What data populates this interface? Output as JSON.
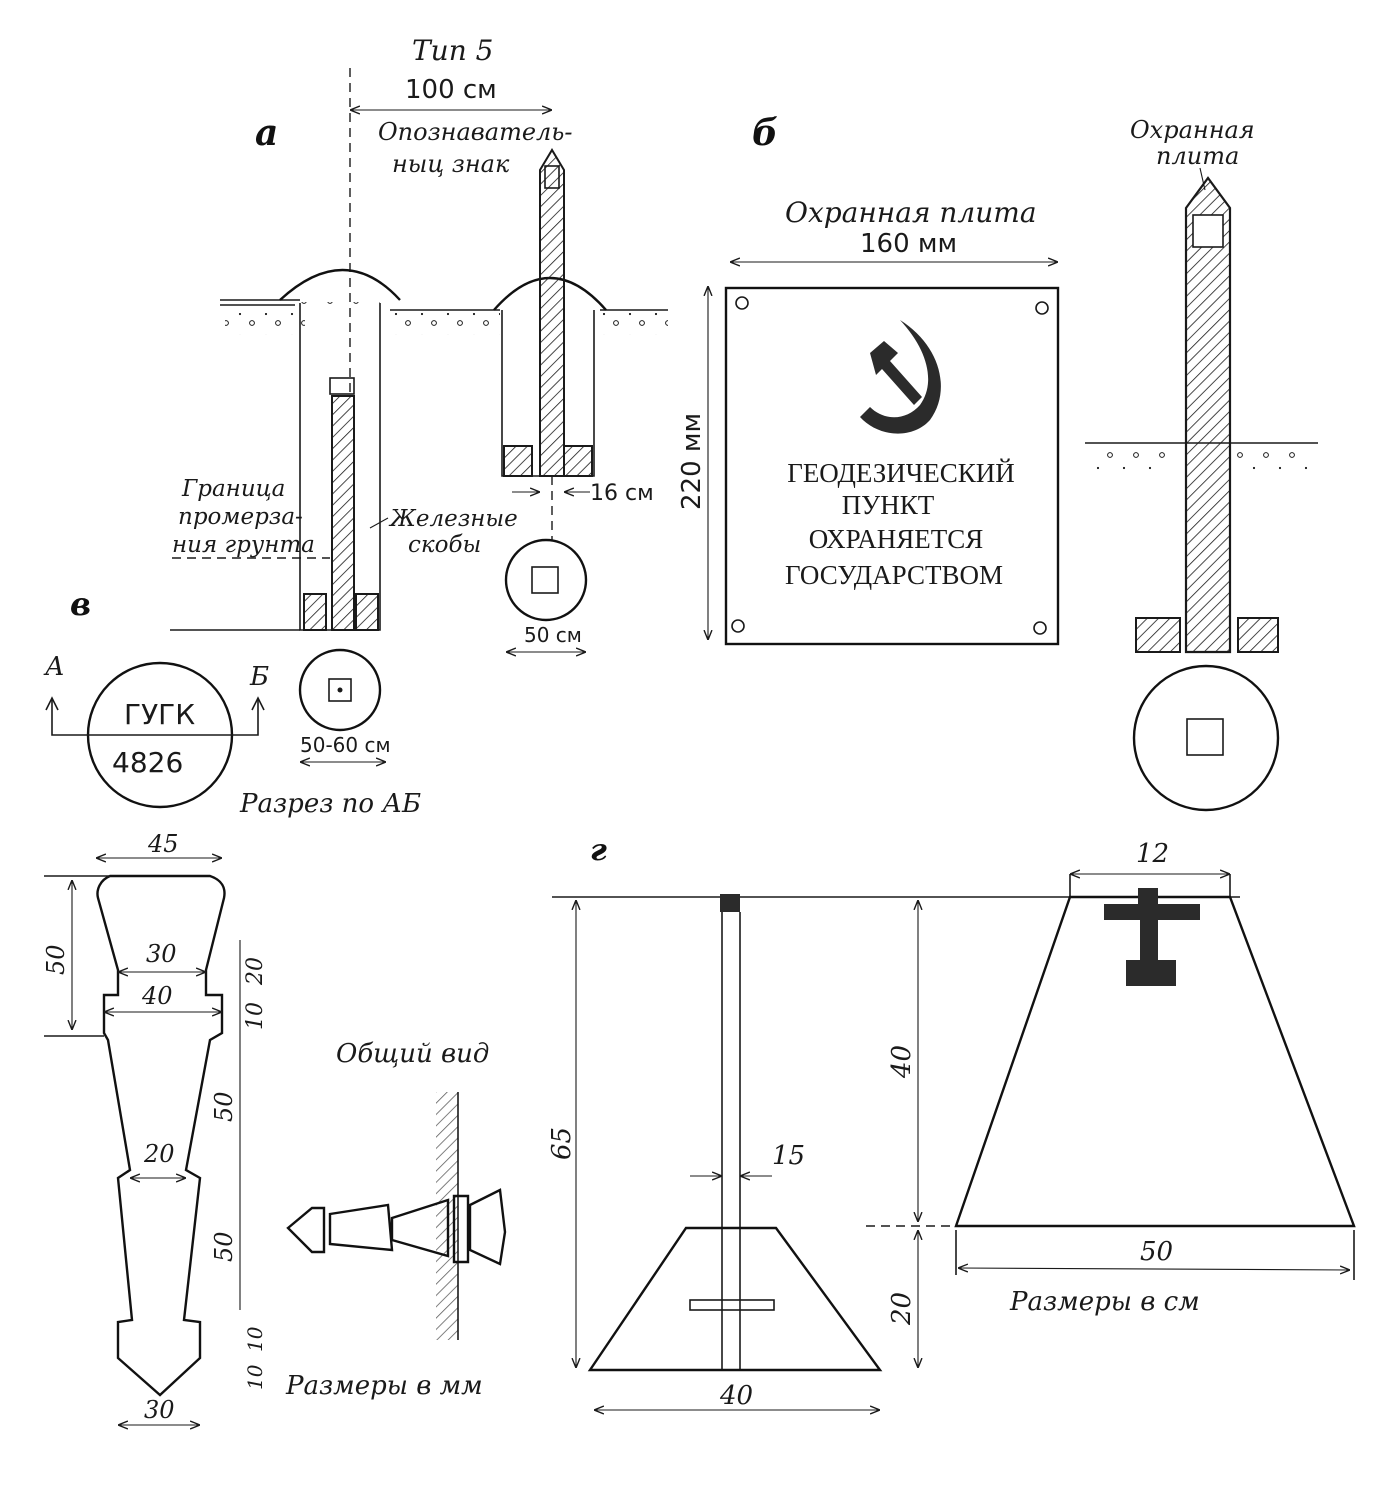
{
  "panel_letters": {
    "a": "а",
    "b": "б",
    "v": "в",
    "g": "г"
  },
  "section_a": {
    "type_label": "Тип 5",
    "spacing_dim": "100 см",
    "marker_label_line1": "Опознаватель-",
    "marker_label_line2": "ныц знак",
    "frost_label_line1": "Граница",
    "frost_label_line2": "промерза-",
    "frost_label_line3": "ния грунта",
    "brackets_label_line1": "Железные",
    "brackets_label_line2": "скобы",
    "post_width_dim": "16 см",
    "circle_dim_right": "50 см",
    "circle_dim_left": "50-60 см"
  },
  "section_b": {
    "plate_title": "Охранная плита",
    "plate_width_dim": "160 мм",
    "plate_height_dim": "220 мм",
    "plate_text_line1": "ГЕОДЕЗИЧЕСКИЙ",
    "plate_text_line2": "ПУНКТ",
    "plate_text_line3": "ОХРАНЯЕТСЯ",
    "plate_text_line4": "ГОСУДАРСТВОМ",
    "side_label_line1": "Охранная",
    "side_label_line2": "плита"
  },
  "section_v": {
    "mark_a": "А",
    "mark_b": "Б",
    "disk_text_top": "ГУГК",
    "disk_text_bottom": "4826",
    "section_caption": "Разрез по АБ",
    "dim_45": "45",
    "dim_50_top": "50",
    "dim_30": "30",
    "dim_20_right": "20",
    "dim_40": "40",
    "dim_10_a": "10",
    "dim_50_mid": "50",
    "dim_20_mid": "20",
    "dim_50_low": "50",
    "dim_10_b": "10",
    "dim_10_c": "10",
    "dim_30_bottom": "30",
    "general_view": "Общий вид",
    "units_caption": "Размеры в мм"
  },
  "section_g": {
    "dim_65": "65",
    "dim_15": "15",
    "dim_40_base": "40",
    "dim_40_height": "40",
    "dim_20_height": "20",
    "dim_12": "12",
    "dim_50_base": "50",
    "units_caption": "Размеры в см"
  },
  "colors": {
    "ink": "#1a1a1a",
    "paper": "#ffffff"
  },
  "icons": [
    "hammer-and-sickle-icon"
  ]
}
